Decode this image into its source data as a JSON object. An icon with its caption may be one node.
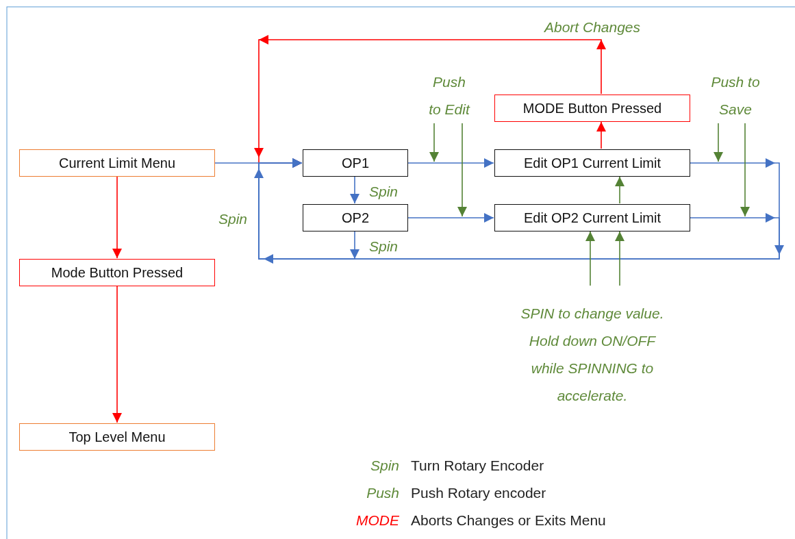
{
  "diagram": {
    "nodes": [
      {
        "text": [
          "Current Limit Menu"
        ]
      },
      {
        "text": [
          "OP1"
        ]
      },
      {
        "text": [
          "Edit OP1 Current Limit"
        ]
      },
      {
        "text": [
          "MODE Button Pressed"
        ]
      },
      {
        "text": [
          "OP2"
        ]
      },
      {
        "text": [
          "Edit OP2 Current Limit"
        ]
      },
      {
        "text": [
          "Mode Button Pressed"
        ]
      },
      {
        "text": [
          "Top Level Menu"
        ]
      },
      {
        "text": [
          "Push to Edit"
        ]
      },
      {
        "text": [
          "Push to Save"
        ]
      },
      {
        "text": [
          "SPIN to change value. Hold down ON/OFF while SPINNING to accelerate."
        ]
      }
    ],
    "edges": [
      {
        "from": 0,
        "to": 1,
        "arrow": "to"
      },
      {
        "from": 1,
        "to": 2,
        "arrow": "to"
      },
      {
        "from": 1,
        "to": 4,
        "arrow": "to",
        "label": "Spin"
      },
      {
        "from": 4,
        "to": 5,
        "arrow": "to"
      },
      {
        "from": 2,
        "to": 3,
        "arrow": "to",
        "color": "#ff0000"
      },
      {
        "from": 3,
        "to": 1,
        "arrow": "to",
        "label": "Abort Changes",
        "color": "#ff0000"
      },
      {
        "from": 2,
        "to": 1,
        "arrow": "to"
      },
      {
        "from": 5,
        "to": 1,
        "arrow": "to"
      },
      {
        "from": 4,
        "to": 1,
        "arrow": "to",
        "label": "Spin"
      },
      {
        "from": 0,
        "to": 6,
        "arrow": "to",
        "color": "#ff0000"
      },
      {
        "from": 6,
        "to": 7,
        "arrow": "to",
        "color": "#ff0000"
      },
      {
        "from": 8,
        "to": null,
        "arrow": "to",
        "color": "#548235"
      },
      {
        "from": 8,
        "to": null,
        "arrow": "to",
        "color": "#548235"
      },
      {
        "from": 9,
        "to": null,
        "arrow": "to",
        "color": "#548235"
      },
      {
        "from": 9,
        "to": null,
        "arrow": "to",
        "color": "#548235"
      },
      {
        "from": 10,
        "to": 5,
        "arrow": "to",
        "color": "#548235"
      },
      {
        "from": 10,
        "to": 5,
        "arrow": "to",
        "color": "#548235"
      },
      {
        "from": 5,
        "to": 2,
        "arrow": "to",
        "color": "#548235"
      }
    ],
    "labels": [
      "Spin",
      "Spin",
      "Turn Rotary Encoder",
      "Push",
      "Push Rotary encoder",
      "MODE",
      "Aborts Changes or Exits Menu"
    ]
  }
}
